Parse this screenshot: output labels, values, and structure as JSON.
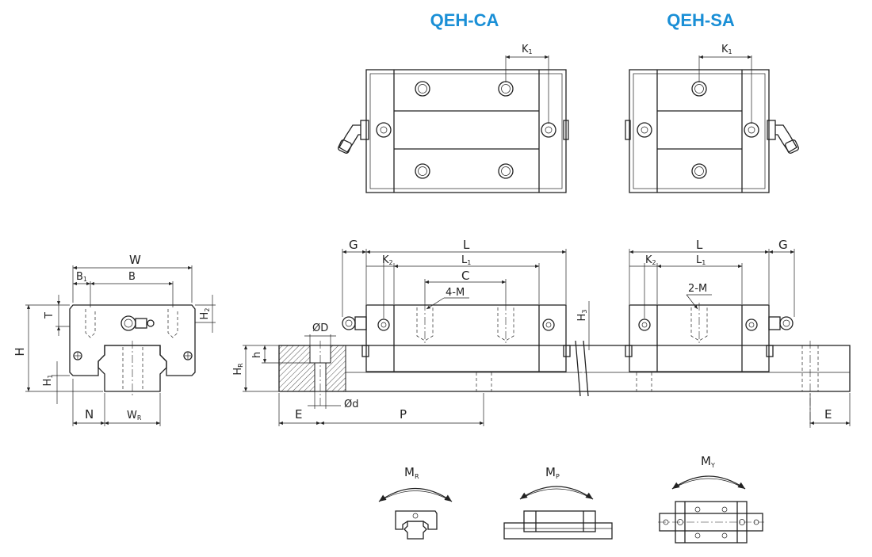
{
  "titles": {
    "ca": "QEH-CA",
    "sa": "QEH-SA"
  },
  "dims": {
    "k1": "K",
    "k1_sub": "1",
    "w": "W",
    "b1": "B",
    "b1_sub": "1",
    "b": "B",
    "t": "T",
    "h": "H",
    "h1": "H",
    "h1_sub": "1",
    "h2": "H",
    "h2_sub": "2",
    "n": "N",
    "wr": "W",
    "wr_sub": "R",
    "g": "G",
    "l": "L",
    "l1": "L",
    "l1_sub": "1",
    "k2": "K",
    "k2_sub": "2",
    "c": "C",
    "m4": "4-M",
    "m2": "2-M",
    "h3": "H",
    "h3_sub": "3",
    "od": "ØD",
    "osd": "Ød",
    "hr": "H",
    "hr_sub": "R",
    "hl": "h",
    "e": "E",
    "p": "P"
  },
  "moments": {
    "mr": "M",
    "mr_sub": "R",
    "mp": "M",
    "mp_sub": "P",
    "my": "M",
    "my_sub": "Y"
  }
}
